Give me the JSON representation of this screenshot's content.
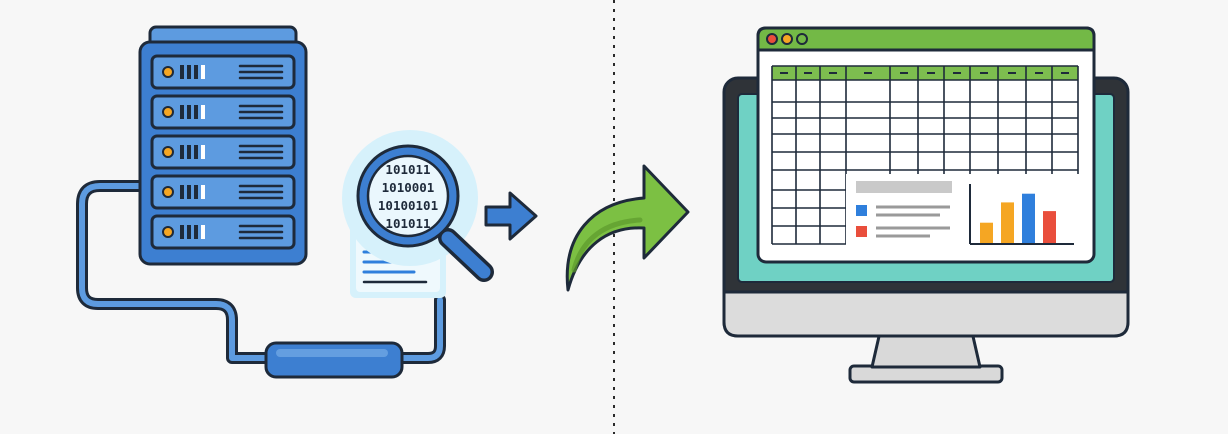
{
  "diagram": {
    "binary_lines": [
      "101011",
      "1010001",
      "10100101",
      "101011"
    ],
    "colors": {
      "server_blue": "#3d7fd1",
      "server_light": "#5d9be0",
      "outline": "#1e2a3a",
      "search_glow": "#d6f1fb",
      "arrow_green": "#7cc043",
      "arrow_green_dark": "#5c9a2c",
      "window_bar": "#73b946",
      "header_row": "#7dbd4f",
      "screen_teal": "#6fd1c4",
      "bar_orange": "#f5a623",
      "bar_blue": "#2f7fdc",
      "bar_red": "#e94e3c"
    },
    "icons": [
      "server-rack-icon",
      "magnifier-icon",
      "arrow-right-icon",
      "curved-arrow-icon",
      "monitor-icon",
      "spreadsheet-icon",
      "bar-chart-icon"
    ],
    "spreadsheet_chart": {
      "type": "bar",
      "values": [
        0.35,
        0.7,
        0.85,
        0.55
      ]
    }
  }
}
